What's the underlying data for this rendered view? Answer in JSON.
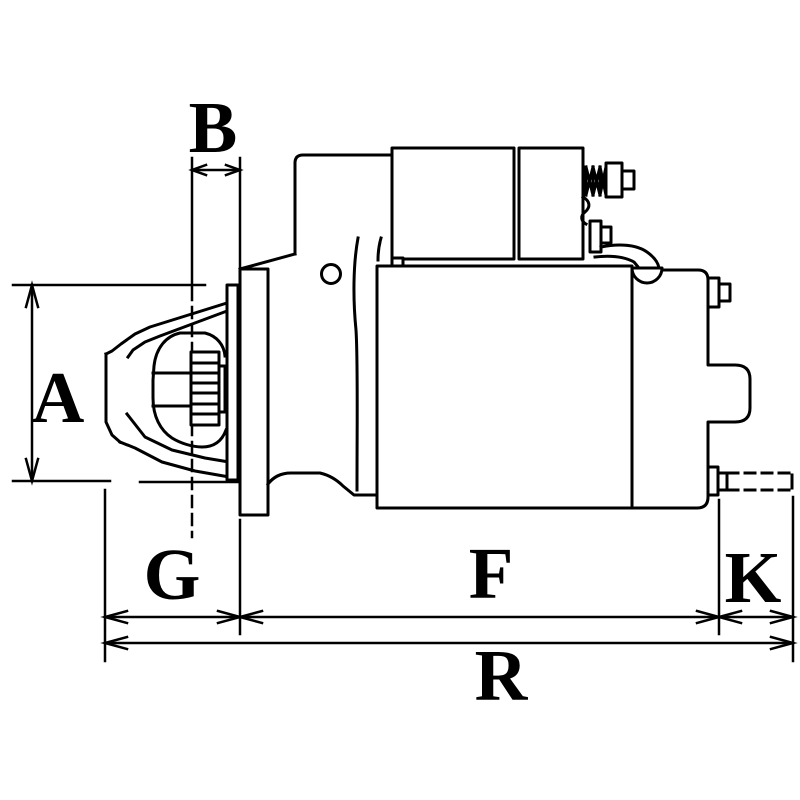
{
  "diagram": {
    "type": "technical-dimension-drawing",
    "subject": "starter-motor-side-view",
    "background_color": "#ffffff",
    "line_color": "#000000",
    "dimension_labels": {
      "A": "A",
      "B": "B",
      "G": "G",
      "F": "F",
      "K": "K",
      "R": "R"
    }
  }
}
